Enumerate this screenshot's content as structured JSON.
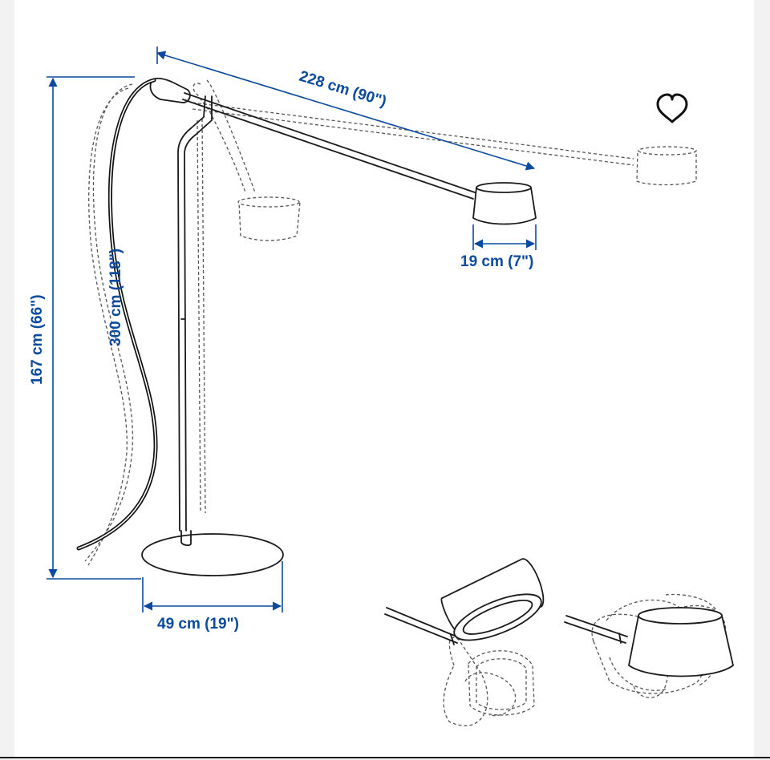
{
  "diagram": {
    "dimensions": {
      "arm_reach": "228 cm (90\")",
      "shade_diameter": "19 cm (7\")",
      "cord_length": "300 cm (118\")",
      "height": "167 cm (66\")",
      "base_diameter": "49 cm (19\")"
    }
  },
  "actions": {
    "favorite_icon": "heart-outline"
  },
  "colors": {
    "dimension_blue": "#0a4a9e",
    "line_black": "#1a1a1a",
    "background": "#ffffff"
  }
}
